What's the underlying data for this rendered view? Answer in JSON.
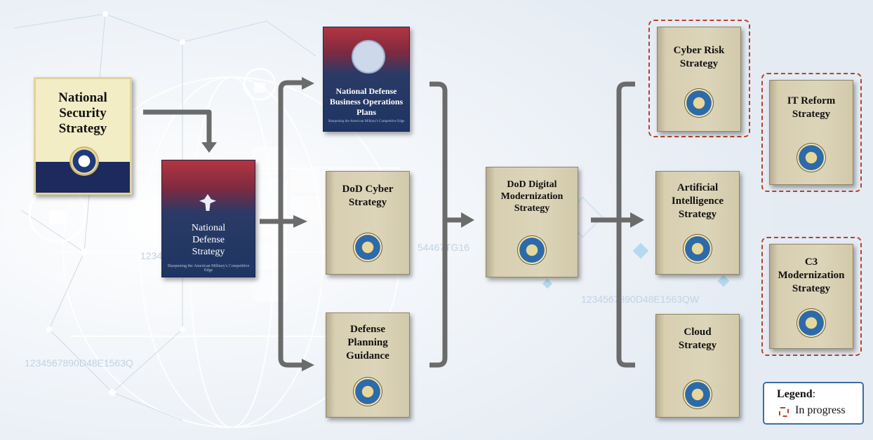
{
  "nss": {
    "title": "National Security Strategy"
  },
  "nds": {
    "title": "National Defense Strategy",
    "subtitle": "Sharpening the American Military's Competitive Edge"
  },
  "ndbop": {
    "title": "National Defense Business Operations Plans",
    "subtitle": "Sharpening the American Military's Competitive Edge"
  },
  "books": {
    "dod_cyber": "DoD Cyber Strategy",
    "dpg": "Defense Planning Guidance",
    "dod_digital": "DoD Digital Modernization Strategy",
    "cyber_risk": "Cyber Risk Strategy",
    "ai": "Artificial Intelligence Strategy",
    "cloud": "Cloud Strategy",
    "it_reform": "IT Reform Strategy",
    "c3": "C3 Modernization Strategy"
  },
  "background_text": [
    "1234567890D48E",
    "54467TG16",
    "1234567890D48E1563QW",
    "1234567890D48E1563Q"
  ],
  "legend": {
    "title": "Legend",
    "colon": ":",
    "item": "In progress"
  },
  "colors": {
    "arrow": "#6b6b6b",
    "in_progress": "#b8412c",
    "legend_border": "#3b6ea5",
    "book": "#d8cfb2",
    "navy": "#1e3563"
  }
}
